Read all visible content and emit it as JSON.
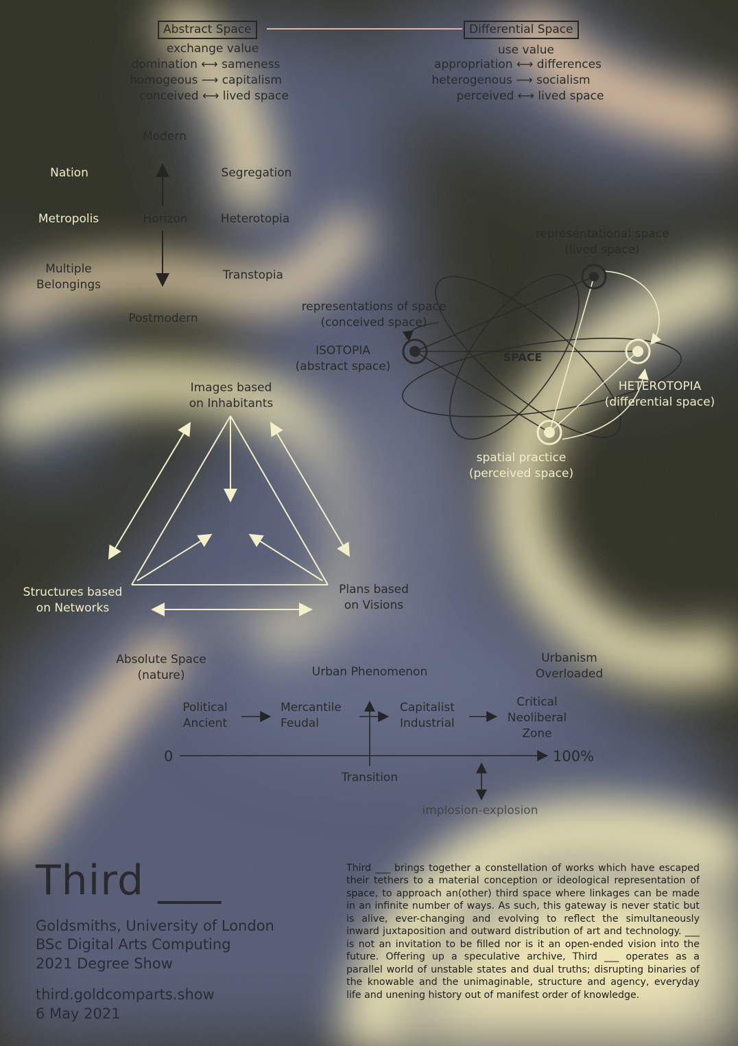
{
  "header": {
    "abstract_space": "Abstract Space",
    "differential_space": "Differential Space",
    "left_lines": [
      "exchange value",
      "domination ⟷ sameness",
      "homogeous ⟶ capitalism",
      "conceived ⟷ lived space"
    ],
    "right_lines": [
      "use value",
      "appropriation ⟷ differences",
      "heterogenous ⟶ socialism",
      "perceived ⟷ lived space"
    ]
  },
  "horizon": {
    "modern": "Modern",
    "postmodern": "Postmodern",
    "horizon": "Horizon",
    "nation": "Nation",
    "metropolis": "Metropolis",
    "multiple": [
      "Multiple",
      "Belongings"
    ],
    "segregation": "Segregation",
    "heterotopia": "Heterotopia",
    "transtopia": "Transtopia"
  },
  "space_diagram": {
    "representational": [
      "representational space",
      "(lived space)"
    ],
    "representations": [
      "representations of space",
      "(conceived space)"
    ],
    "isotopia": [
      "ISOTOPIA",
      "(abstract space)"
    ],
    "center": "SPACE",
    "heterotopia": [
      "HETEROTOPIA",
      "(differential space)"
    ],
    "spatial_practice": [
      "spatial practice",
      "(perceived space)"
    ]
  },
  "triangle": {
    "images": [
      "Images based",
      "on Inhabitants"
    ],
    "structures": [
      "Structures based",
      "on Networks"
    ],
    "plans": [
      "Plans based",
      "on Visions"
    ]
  },
  "urban": {
    "absolute": [
      "Absolute Space",
      "(nature)"
    ],
    "phenomenon": "Urban Phenomenon",
    "urbanism": [
      "Urbanism",
      "Overloaded"
    ],
    "stages": [
      [
        "Political",
        "Ancient"
      ],
      [
        "Mercantile",
        "Feudal"
      ],
      [
        "Capitalist",
        "Industrial"
      ],
      [
        "Critical",
        "Neoliberal",
        "Zone"
      ]
    ],
    "zero": "0",
    "hundred": "100%",
    "transition": "Transition",
    "implosion": "implosion-explosion"
  },
  "title": "Third ___",
  "institution": [
    "Goldsmiths, University of London",
    "BSc Digital Arts Computing",
    "2021 Degree Show"
  ],
  "website": "third.goldcomparts.show",
  "date": "6 May 2021",
  "description": "Third ___ brings together a constellation of works which have escaped their tethers to a material conception or ideological representation of space, to approach an(other) third space where linkages can be made in an infinite number of ways. As such, this gateway is never static but is alive, ever-changing and evolving to reflect the simultaneously inward juxtaposition and outward distribution of art and technology. ___ is not an invitation to be filled nor is it an open-ended vision into the future. Offering up a speculative archive, Third ___ operates as a parallel world of unstable states and dual truths; disrupting binaries of the knowable and the unimaginable, structure and agency, everyday life and unening history out of manifest order of knowledge.",
  "colors": {
    "dark_olive": "#2d2e22",
    "slate_blue": "#58617a",
    "cream": "#f3eab8",
    "peach": "#e3b39b",
    "ink": "#2a2a2a"
  }
}
